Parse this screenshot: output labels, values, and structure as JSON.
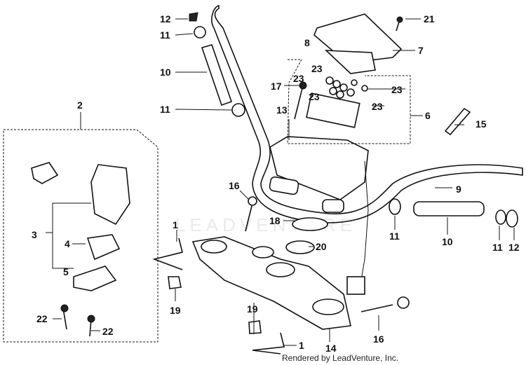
{
  "diagram": {
    "callouts": [
      "12",
      "11",
      "10",
      "11",
      "2",
      "21",
      "7",
      "8",
      "23",
      "23",
      "23",
      "17",
      "23",
      "23",
      "13",
      "6",
      "15",
      "9",
      "16",
      "18",
      "20",
      "11",
      "10",
      "11",
      "12",
      "1",
      "3",
      "4",
      "5",
      "19",
      "22",
      "22",
      "19",
      "1",
      "14",
      "16"
    ],
    "watermark": "LEADVENTURE",
    "footer": "Rendered by LeadVenture, Inc."
  }
}
